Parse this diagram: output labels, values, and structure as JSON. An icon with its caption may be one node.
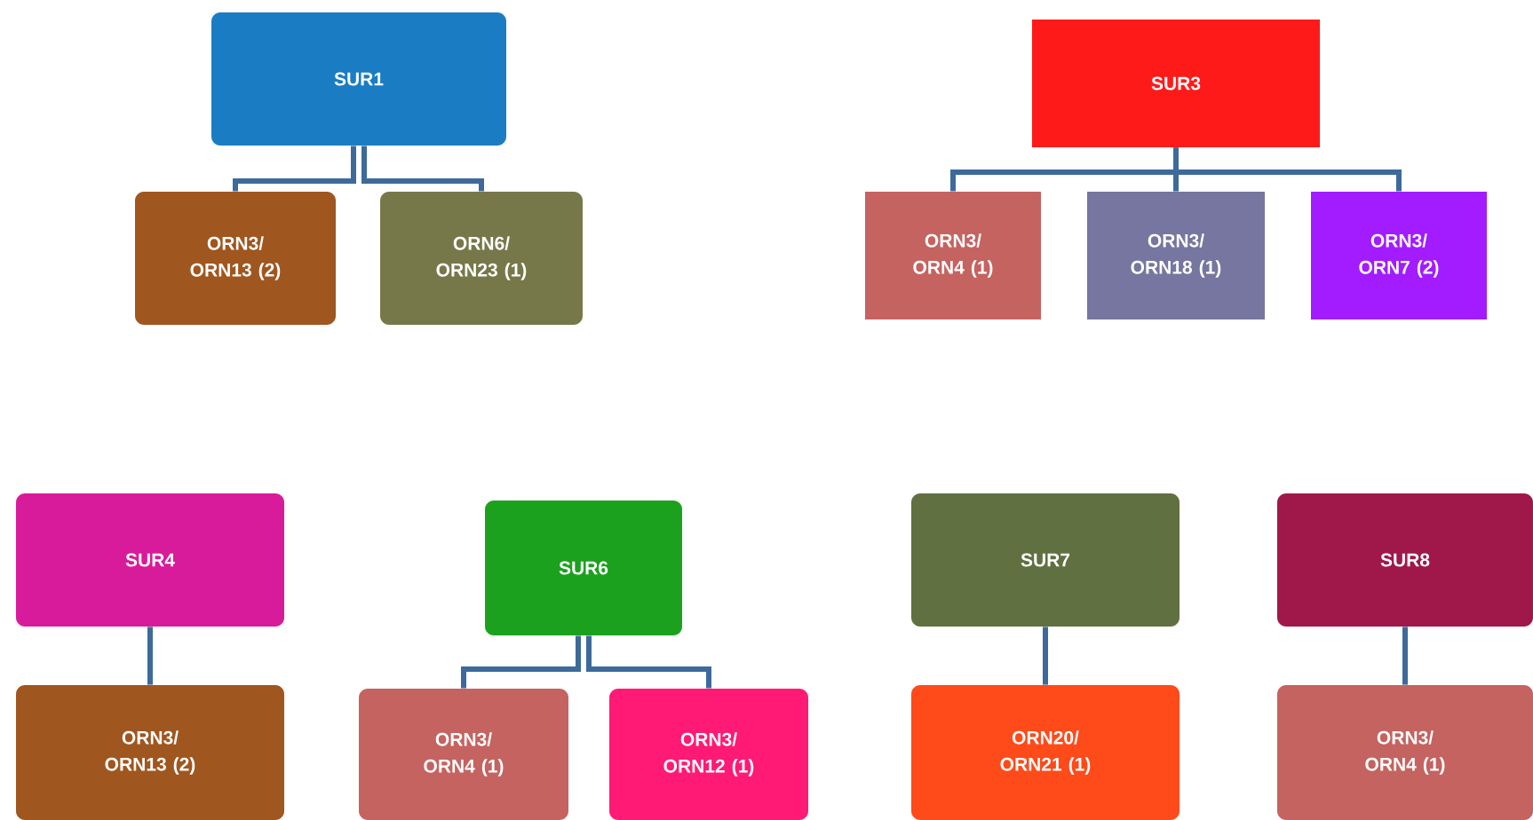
{
  "diagram": {
    "nodes": [
      {
        "text": [
          "SUR1"
        ]
      },
      {
        "text": [
          "ORN3/ ORN13 (2)"
        ]
      },
      {
        "text": [
          "ORN6/ ORN23 (1)"
        ]
      },
      {
        "text": [
          "SUR3"
        ]
      },
      {
        "text": [
          "ORN3/ ORN4 (1)"
        ]
      },
      {
        "text": [
          "ORN3/ ORN18 (1)"
        ]
      },
      {
        "text": [
          "ORN3/ ORN7 (2)"
        ]
      },
      {
        "text": [
          "SUR4"
        ]
      },
      {
        "text": [
          "ORN3/ ORN13 (2)"
        ]
      },
      {
        "text": [
          "SUR6"
        ]
      },
      {
        "text": [
          "ORN3/ ORN4 (1)"
        ]
      },
      {
        "text": [
          "ORN3/ ORN12 (1)"
        ]
      },
      {
        "text": [
          "SUR7"
        ]
      },
      {
        "text": [
          "ORN20/ ORN21 (1)"
        ]
      },
      {
        "text": [
          "SUR8"
        ]
      },
      {
        "text": [
          "ORN3/ ORN4 (1)"
        ]
      }
    ],
    "edges": [
      {
        "from": 0,
        "to": 1,
        "arrow": "none"
      },
      {
        "from": 0,
        "to": 2,
        "arrow": "none"
      },
      {
        "from": 3,
        "to": 4,
        "arrow": "none"
      },
      {
        "from": 3,
        "to": 5,
        "arrow": "none"
      },
      {
        "from": 3,
        "to": 6,
        "arrow": "none"
      },
      {
        "from": 7,
        "to": 8,
        "arrow": "none"
      },
      {
        "from": 9,
        "to": 10,
        "arrow": "none"
      },
      {
        "from": 9,
        "to": 11,
        "arrow": "none"
      },
      {
        "from": 12,
        "to": 13,
        "arrow": "none"
      },
      {
        "from": 14,
        "to": 15,
        "arrow": "none"
      }
    ]
  }
}
